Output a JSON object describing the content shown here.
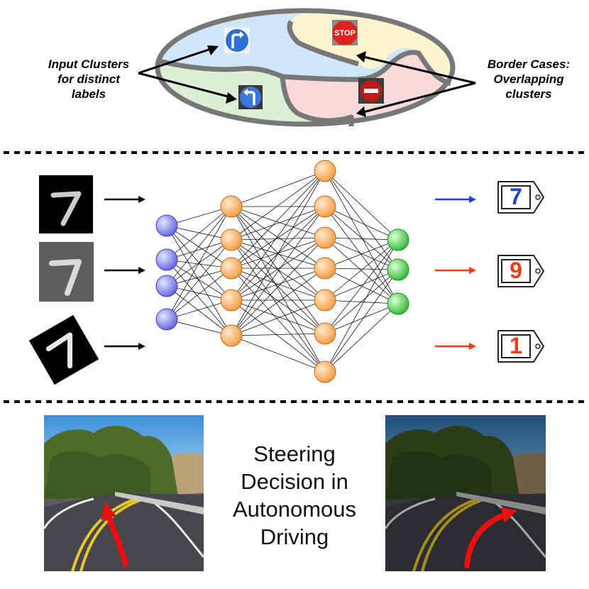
{
  "top_panel": {
    "left_note": [
      "Input Clusters",
      "for distinct",
      "labels"
    ],
    "right_note": [
      "Border Cases:",
      "Overlapping",
      "clusters"
    ],
    "cluster_colors": {
      "blue": "#cfe6f7",
      "yellow": "#fbf4cf",
      "green": "#dcefd6",
      "pink": "#f9d9d9",
      "outline": "#777777"
    },
    "sign_stop": "STOP",
    "icons": [
      "turn-right-sign-icon",
      "turn-left-sign-icon",
      "stop-sign-icon",
      "no-entry-sign-icon"
    ]
  },
  "network": {
    "layers": [
      4,
      5,
      7,
      3
    ],
    "layer_colors": [
      "#6f6fe6",
      "#f5a24a",
      "#f5a24a",
      "#3cc23c"
    ],
    "arrow_colors": [
      "#1f3fd6",
      "#f03a1a",
      "#f03a1a"
    ]
  },
  "labels": [
    {
      "text": "7",
      "color": "#1f3fd6"
    },
    {
      "text": "9",
      "color": "#f03a1a"
    },
    {
      "text": "1",
      "color": "#f03a1a"
    }
  ],
  "bottom_panel": {
    "caption": [
      "Steering",
      "Decision in",
      "Autonomous",
      "Driving"
    ],
    "arrow_color": "#e81010"
  }
}
